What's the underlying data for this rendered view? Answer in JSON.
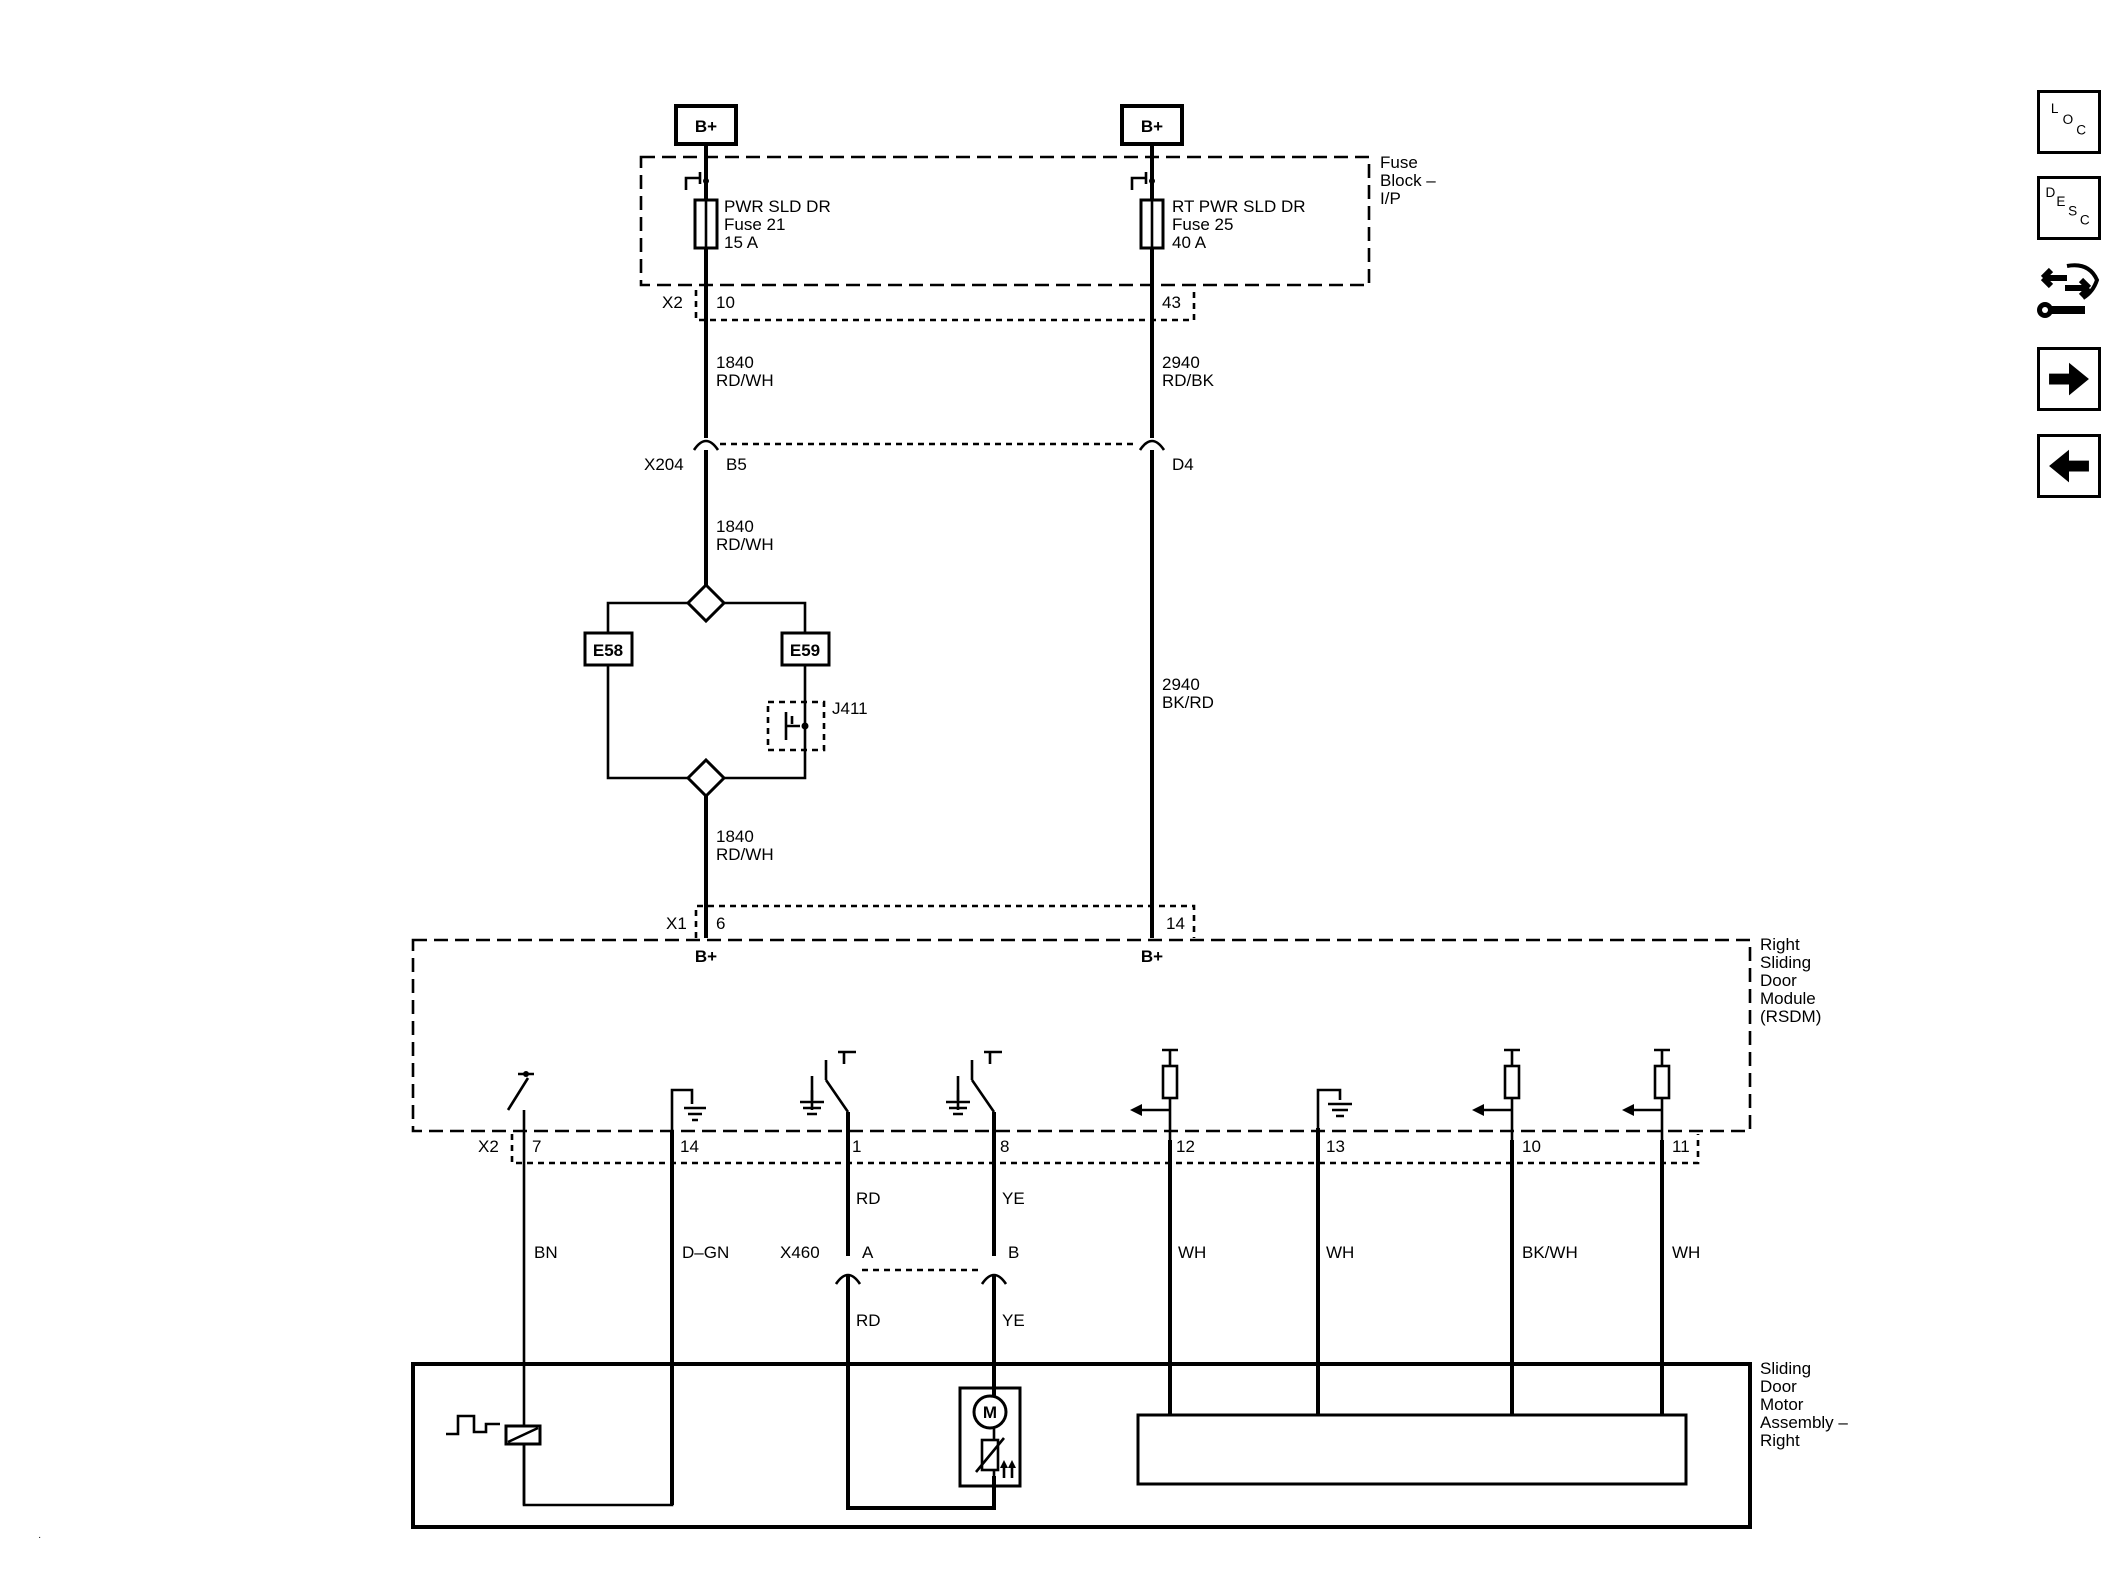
{
  "supply": {
    "left": "B+",
    "right": "B+"
  },
  "fuse_block": {
    "label_lines": [
      "Fuse",
      "Block –",
      "I/P"
    ],
    "fuse_left": [
      "PWR SLD DR",
      "Fuse 21",
      "15 A"
    ],
    "fuse_right": [
      "RT PWR SLD DR",
      "Fuse 25",
      "40 A"
    ],
    "connector": "X2",
    "pin_left": "10",
    "pin_right": "43"
  },
  "wires": {
    "w1": [
      "1840",
      "RD/WH"
    ],
    "w2": [
      "2940",
      "RD/BK"
    ],
    "w3": [
      "1840",
      "RD/WH"
    ],
    "w4": [
      "2940",
      "BK/RD"
    ],
    "w5": [
      "1840",
      "RD/WH"
    ]
  },
  "x204": {
    "connector": "X204",
    "pin_left": "B5",
    "pin_right": "D4"
  },
  "splices": {
    "e58": "E58",
    "e59": "E59",
    "j411": "J411"
  },
  "rsdm": {
    "label_lines": [
      "Right",
      "Sliding",
      "Door",
      "Module",
      "(RSDM)"
    ],
    "x1_connector": "X1",
    "x1_pin_left": "6",
    "x1_pin_right": "14",
    "bplus_left": "B+",
    "bplus_right": "B+",
    "x2_connector": "X2",
    "x2_pins": [
      "7",
      "14",
      "1",
      "8",
      "12",
      "13",
      "10",
      "11"
    ]
  },
  "lower_wires": [
    "BN",
    "D–GN",
    "RD",
    "YE",
    "WH",
    "WH",
    "BK/WH",
    "WH"
  ],
  "x460": {
    "connector": "X460",
    "pin_a": "A",
    "pin_b": "B",
    "wire_a": "RD",
    "wire_b": "YE"
  },
  "motor": {
    "label_lines": [
      "Sliding",
      "Door",
      "Motor",
      "Assembly –",
      "Right"
    ],
    "motor_symbol": "M"
  },
  "nav": {
    "loc": [
      "L",
      "O",
      "C"
    ],
    "desc": [
      "D",
      "E",
      "S",
      "C"
    ],
    "icons": [
      "loc-icon",
      "desc-icon",
      "connector-wrench-icon",
      "arrow-right-icon",
      "arrow-left-icon"
    ]
  }
}
